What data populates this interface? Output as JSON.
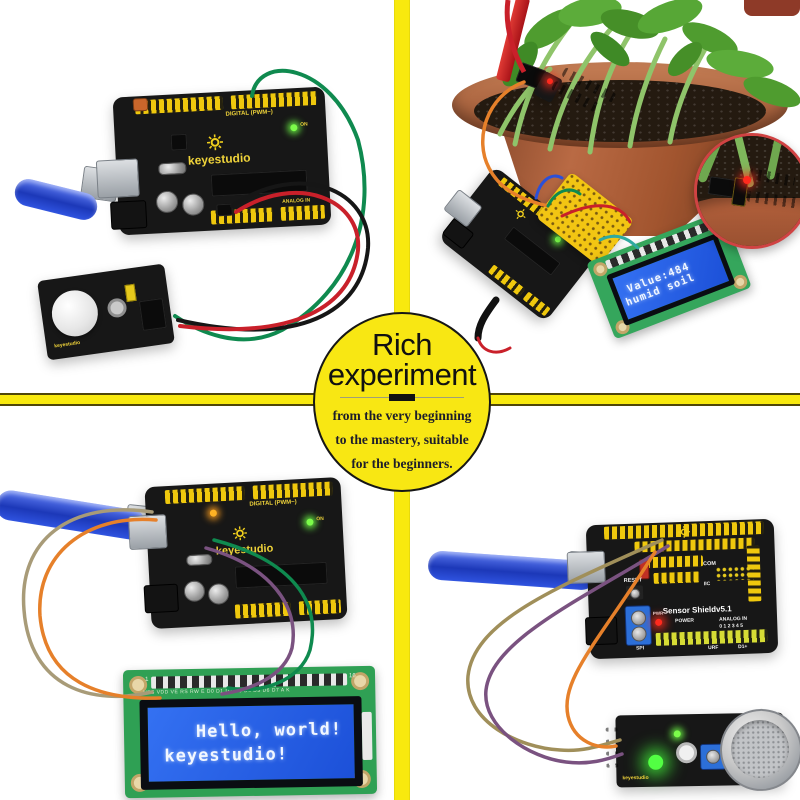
{
  "branding": {
    "maker": "keyestudio"
  },
  "center_badge": {
    "title_line1": "Rich",
    "title_line2": "experiment",
    "subtitle_line1": "from the very beginning",
    "subtitle_line2": "to the mastery, suitable",
    "subtitle_line3": "for the beginners."
  },
  "top_left": {
    "board": {
      "digital_label": "DIGITAL (PWM~)",
      "on_label": "ON",
      "analog_label": "ANALOG IN"
    }
  },
  "top_right": {
    "lcd": {
      "line1": "Value:484",
      "line2": "humid soil"
    }
  },
  "bottom_left": {
    "board": {
      "digital_label": "DIGITAL (PWM~)",
      "on_label": "ON"
    },
    "lcd": {
      "line1": "Hello, world!",
      "line2": "keyestudio!",
      "pin_first": "1",
      "pin_last": "16",
      "pin_labels": "VSS VDD VE RS RW E D0 D1 D2 D3 D4 D5 D6 D7 A K"
    }
  },
  "bottom_right": {
    "shield": {
      "name": "Sensor Shieldv5.1",
      "reset": "RESET",
      "com": "COM",
      "iic": "IIC",
      "pwr": "PWR",
      "power": "POWER",
      "analog_in": "ANALOG IN",
      "analog_pins": "0 1 2 3 4 5",
      "spi": "SPI",
      "urf": "URF",
      "d1": "D1+"
    }
  },
  "colors": {
    "accent_yellow": "#F8E90E",
    "badge_yellow": "#F8E713",
    "lcd_screen_blue": "#1C50D8",
    "lcd_pcb_green": "#2FA054",
    "pot_terracotta": "#A85C3A",
    "leaf_green": "#4F9C2F",
    "usb_cable_blue": "#2F53E0",
    "magnifier_border_red": "#D04343",
    "wire_red": "#C9202A",
    "wire_green": "#0F8A4F",
    "wire_orange": "#E6802A",
    "wire_purple": "#7A5280",
    "wire_olive": "#A08F5A"
  }
}
